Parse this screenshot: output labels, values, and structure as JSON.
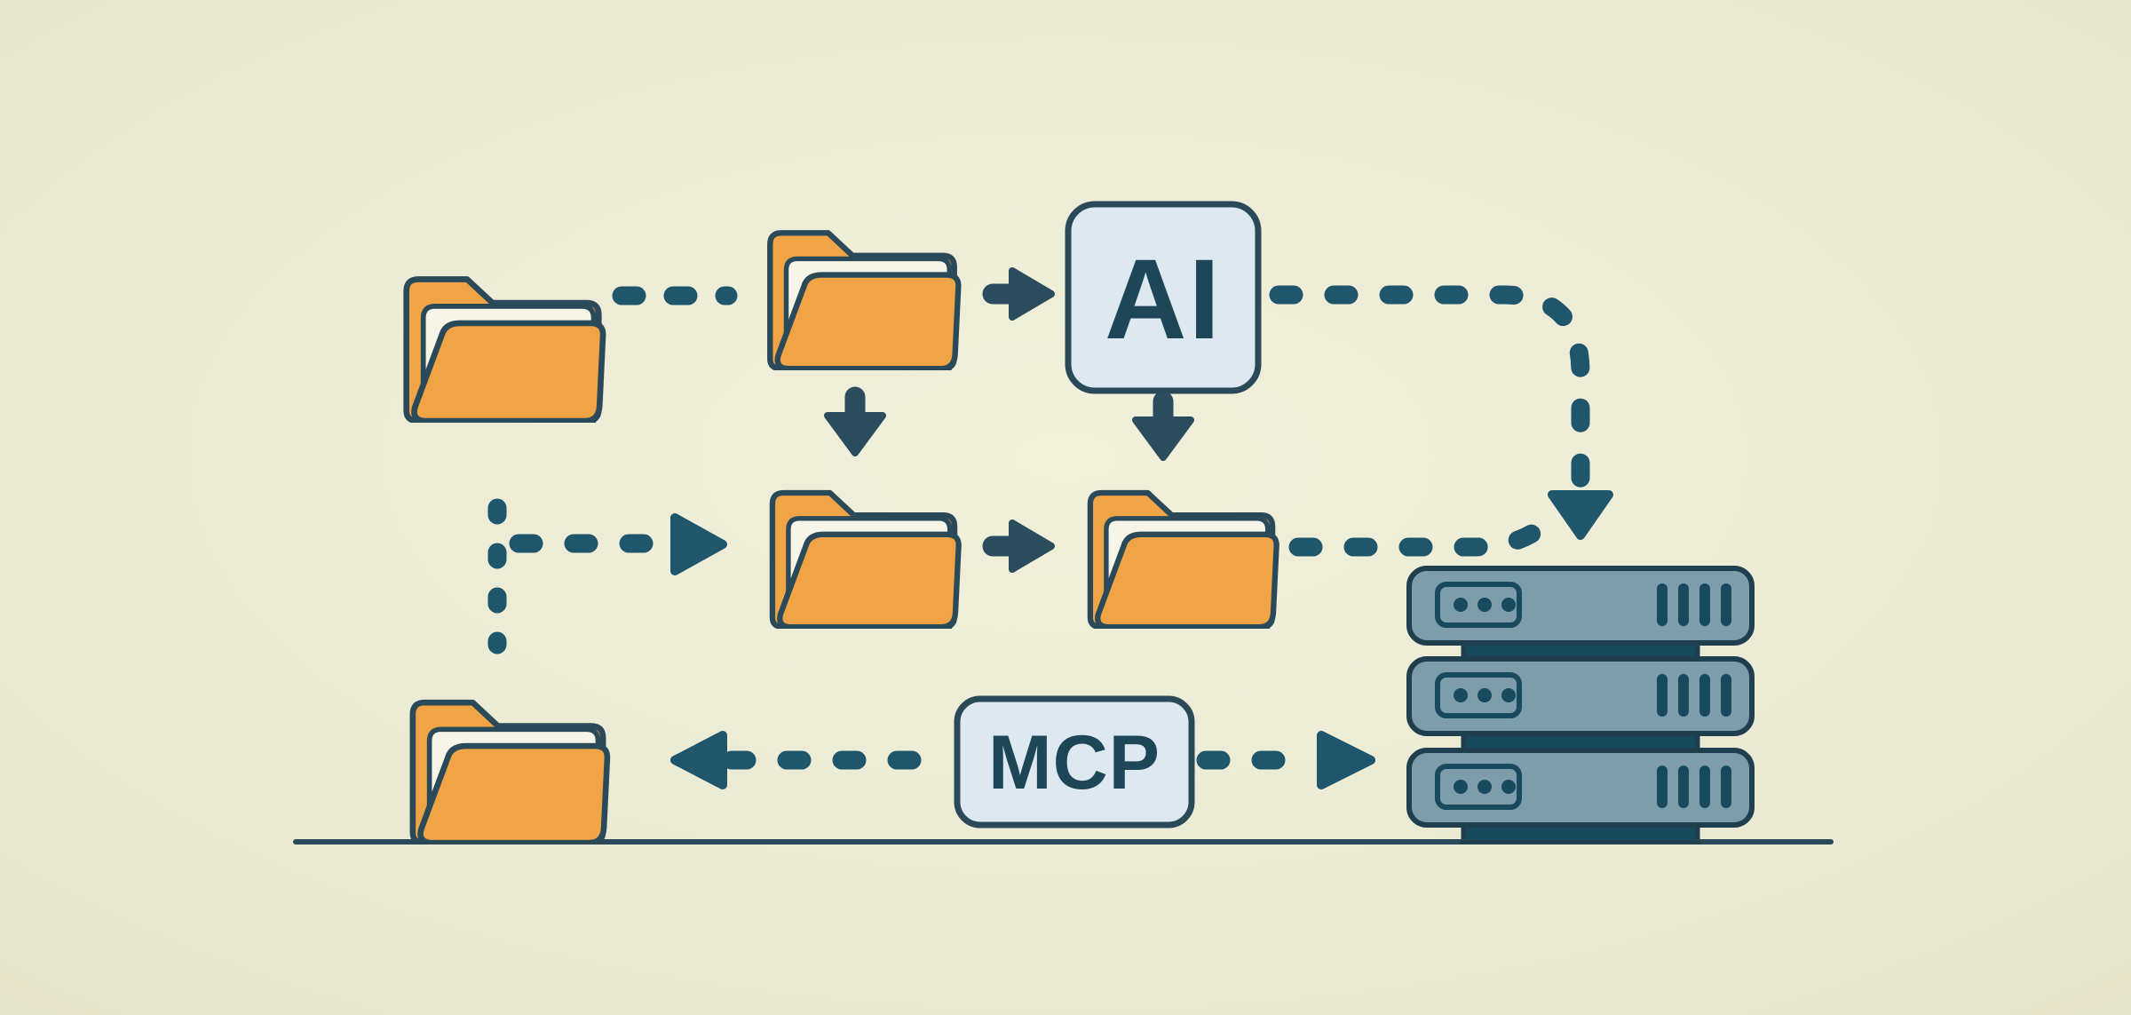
{
  "diagram": {
    "title": "folders-ai-mcp-server-flow-illustration",
    "labels": {
      "ai_box": "AI",
      "mcp_box": "MCP"
    },
    "colors": {
      "background_center": "#F1F0DB",
      "background_edge": "#E5E4CB",
      "outline_ink": "#2B4A59",
      "folder_orange": "#F0A446",
      "paper_white": "#F7F5E7",
      "chip_fill": "#DEE8F0",
      "label_text": "#1D4657",
      "dash_teal": "#1F566B",
      "arrow_ink": "#2A4C5C",
      "server_body": "#7E9DAB",
      "server_dark": "#174A5D",
      "server_outline": "#203F4E",
      "baseline": "#2B4A59"
    },
    "icons": [
      {
        "name": "folder-icon-top-left"
      },
      {
        "name": "folder-icon-top-middle"
      },
      {
        "name": "ai-chip-icon"
      },
      {
        "name": "folder-icon-middle-left"
      },
      {
        "name": "folder-icon-middle-right"
      },
      {
        "name": "folder-icon-bottom-left"
      },
      {
        "name": "mcp-chip-icon"
      },
      {
        "name": "server-stack-icon"
      },
      {
        "name": "ground-line"
      }
    ],
    "connections": [
      {
        "from": "folder-top-left",
        "to": "folder-top-middle",
        "style": "dashed",
        "arrowhead": "none"
      },
      {
        "from": "folder-top-middle",
        "to": "ai-chip",
        "style": "solid",
        "arrowhead": "right"
      },
      {
        "from": "folder-top-middle",
        "to": "folder-middle-left",
        "style": "solid",
        "arrowhead": "down"
      },
      {
        "from": "ai-chip",
        "to": "folder-middle-right",
        "style": "solid",
        "arrowhead": "down"
      },
      {
        "from": "folder-middle-left",
        "to": "folder-middle-right",
        "style": "solid",
        "arrowhead": "right"
      },
      {
        "from": "left-junction",
        "to": "folder-middle-left",
        "style": "dashed",
        "arrowhead": "right"
      },
      {
        "from": "left-junction",
        "to": "folder-bottom-left",
        "style": "dashed",
        "arrowhead": "none"
      },
      {
        "from": "ai-chip",
        "to": "server-stack",
        "style": "dashed",
        "arrowhead": "down"
      },
      {
        "from": "folder-middle-right",
        "to": "server-stack",
        "style": "dashed",
        "arrowhead": "merges-into-down-arrow"
      },
      {
        "from": "mcp-chip",
        "to": "folder-bottom-left",
        "style": "dashed",
        "arrowhead": "left"
      },
      {
        "from": "mcp-chip",
        "to": "server-stack",
        "style": "dashed",
        "arrowhead": "right"
      }
    ],
    "server": {
      "unit_count": 3,
      "dots_per_unit": 3,
      "slots_per_unit": 4
    }
  }
}
